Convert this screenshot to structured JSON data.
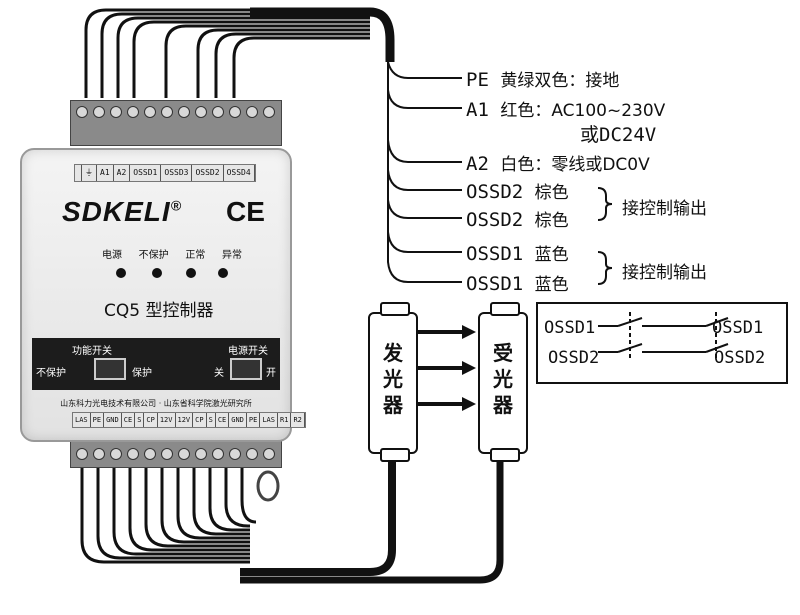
{
  "controller": {
    "brand": "SDKELI",
    "reg_mark": "®",
    "ce_mark": "CE",
    "top_terminals": [
      "",
      "⏚",
      "A1",
      "A2",
      "OSSD1",
      "OSSD3",
      "OSSD2",
      "OSSD4"
    ],
    "indicators": [
      "电源",
      "不保护",
      "正常",
      "异常"
    ],
    "model": "CQ5 型控制器",
    "function_switch": {
      "title": "功能开关",
      "left": "不保护",
      "right": "保护"
    },
    "power_switch": {
      "title": "电源开关",
      "left": "关",
      "right": "开"
    },
    "maker": "山东科力光电技术有限公司 · 山东省科学院激光研究所",
    "bottom_terminals": [
      "LAS",
      "PE",
      "GND",
      "CE",
      "S",
      "CP",
      "12V",
      "12V",
      "CP",
      "S",
      "CE",
      "GND",
      "PE",
      "LAS",
      "R1",
      "R2"
    ]
  },
  "wires": [
    {
      "name": "PE",
      "desc": "黄绿双色：接地"
    },
    {
      "name": "A1",
      "desc": "红色：AC100~230V",
      "desc2": "或DC24V"
    },
    {
      "name": "A2",
      "desc": "白色：零线或DC0V"
    },
    {
      "name": "OSSD2",
      "desc": "棕色"
    },
    {
      "name": "OSSD2",
      "desc": "棕色"
    },
    {
      "name": "OSSD1",
      "desc": "蓝色"
    },
    {
      "name": "OSSD1",
      "desc": "蓝色"
    }
  ],
  "groups": [
    {
      "label": "接控制输出"
    },
    {
      "label": "接控制输出"
    }
  ],
  "emitter": {
    "label": "发光器"
  },
  "receiver": {
    "label": "受光器"
  },
  "contact_diagram": {
    "left_top": "OSSD1",
    "left_bottom": "OSSD2",
    "right_top": "OSSD1",
    "right_bottom": "OSSD2"
  }
}
